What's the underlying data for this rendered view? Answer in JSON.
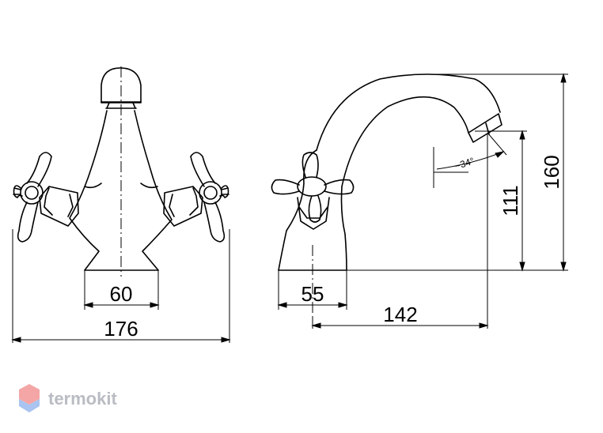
{
  "drawing": {
    "front_view": {
      "dim_base_width": "60",
      "dim_overall_width": "176"
    },
    "side_view": {
      "dim_base_width": "55",
      "dim_spout_reach": "142",
      "dim_spout_height": "111",
      "dim_overall_height": "160",
      "spout_angle": "~34°"
    }
  },
  "watermark": {
    "brand": "termokit",
    "logo_colors": [
      "#f4a6a6",
      "#a9c4f0"
    ],
    "text_color": "#b9bcc2"
  }
}
